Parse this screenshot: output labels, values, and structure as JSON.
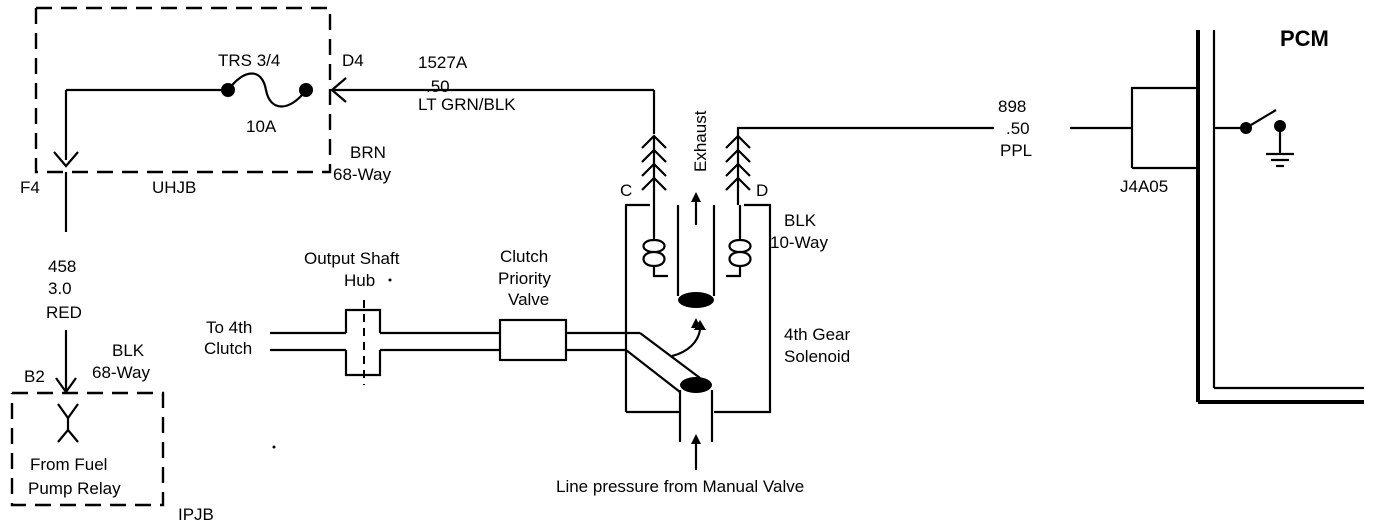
{
  "uhjb": {
    "name": "UHJB",
    "fuse_label": "TRS 3/4",
    "fuse_rating": "10A",
    "d4": "D4",
    "f4": "F4",
    "connector_color": "BRN",
    "connector_way": "68-Way"
  },
  "wire_1527a": {
    "circuit": "1527A",
    "gauge": ".50",
    "color": "LT GRN/BLK"
  },
  "wire_458": {
    "circuit": "458",
    "gauge": "3.0",
    "color": "RED"
  },
  "ipjb": {
    "name": "IPJB",
    "b2": "B2",
    "connector_color": "BLK",
    "connector_way": "68-Way",
    "text_line1": "From Fuel",
    "text_line2": "Pump Relay"
  },
  "hydraulic": {
    "hub_line1": "Output Shaft",
    "hub_line2": "Hub",
    "to4th_line1": "To 4th",
    "to4th_line2": "Clutch",
    "cpv_line1": "Clutch",
    "cpv_line2": "Priority",
    "cpv_line3": "Valve",
    "line_pressure": "Line pressure from Manual Valve"
  },
  "solenoid": {
    "pin_c": "C",
    "pin_d": "D",
    "exhaust": "Exhaust",
    "connector_color": "BLK",
    "connector_way": "10-Way",
    "name_line1": "4th Gear",
    "name_line2": "Solenoid"
  },
  "wire_898": {
    "circuit": "898",
    "gauge": ".50",
    "color": "PPL"
  },
  "pcm": {
    "name": "PCM",
    "connector": "J4A05"
  }
}
